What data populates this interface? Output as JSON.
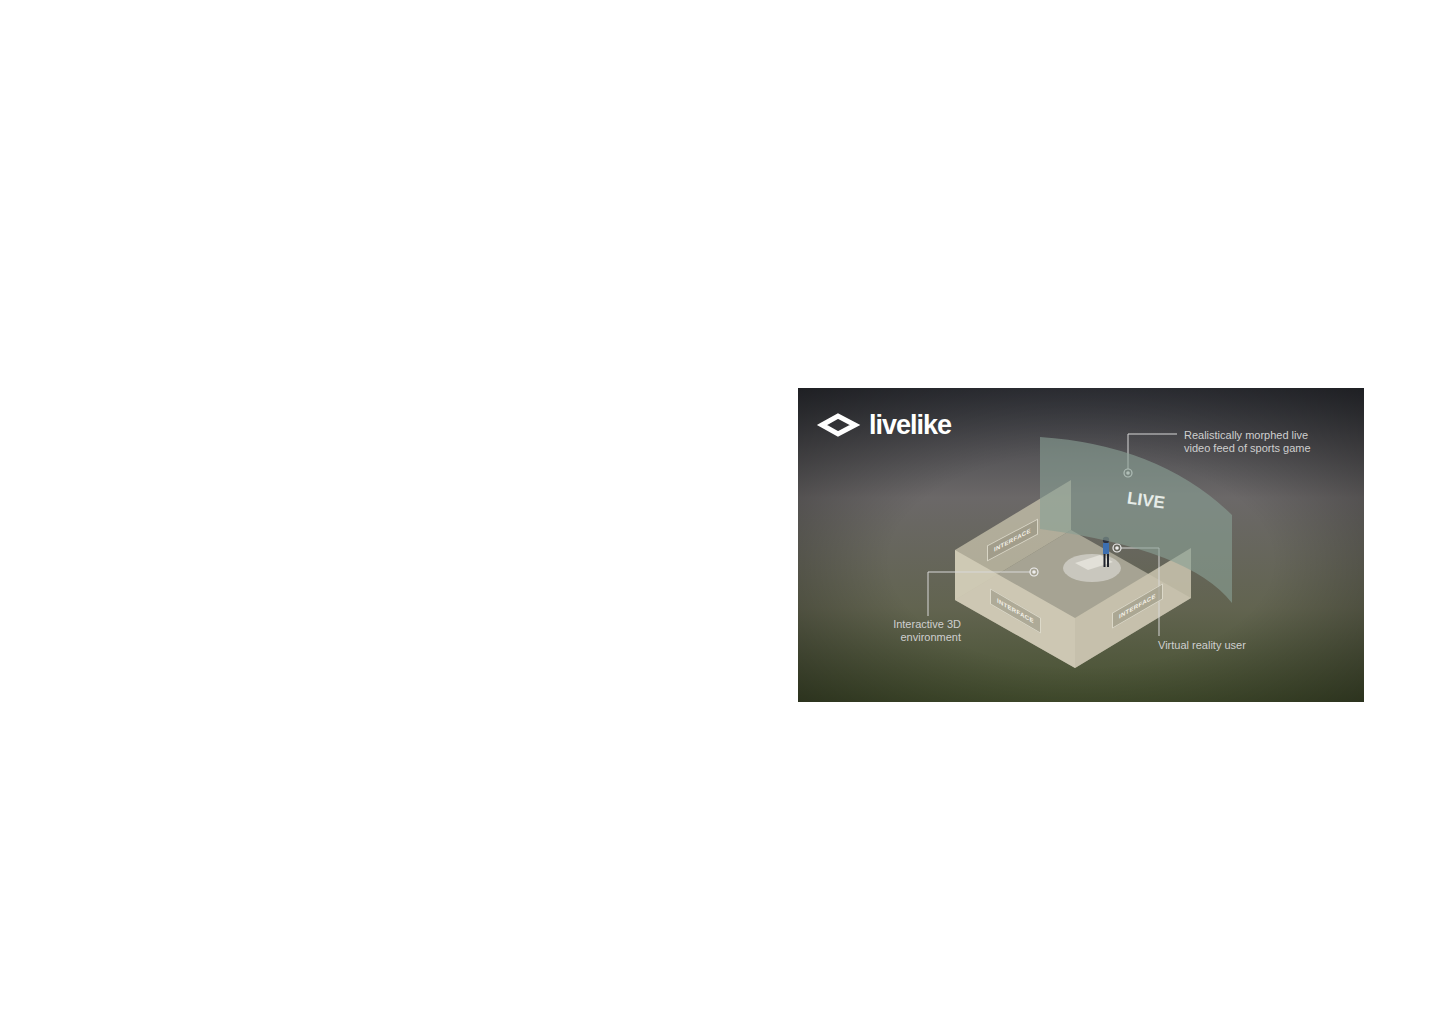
{
  "diagram": {
    "nodes": [
      {
        "text": [
          "LIVE"
        ]
      },
      {
        "text": [
          "INTERFACE"
        ]
      },
      {
        "text": [
          "INTERFACE"
        ]
      },
      {
        "text": [
          "INTERFACE"
        ]
      }
    ],
    "labels": [
      "livelike",
      "Realistically morphed live video feed of sports game",
      "Interactive 3D environment",
      "Virtual reality user"
    ]
  }
}
